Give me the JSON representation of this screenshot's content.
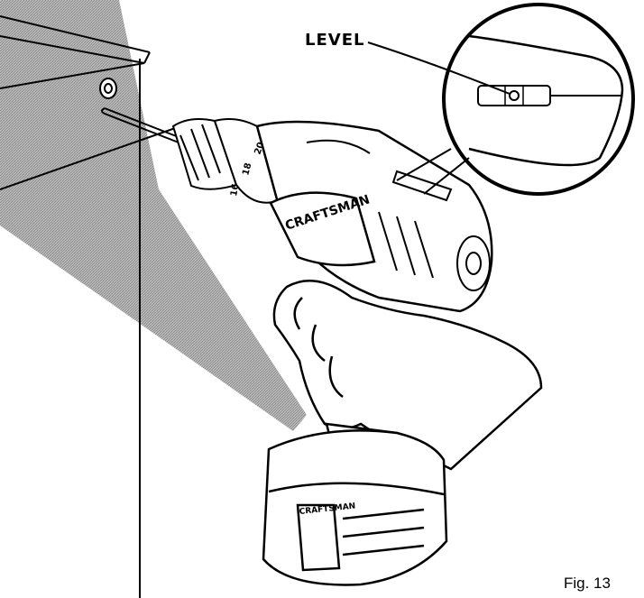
{
  "figure": {
    "callout_label": "LEVEL",
    "caption": "Fig. 13",
    "brand_on_tool": "CRAFTSMAN",
    "brand_on_battery": "CRAFTSMAN",
    "collar_numbers": [
      "16",
      "18",
      "20"
    ],
    "beam_color": "#9a9a9a",
    "line_color": "#000000"
  }
}
